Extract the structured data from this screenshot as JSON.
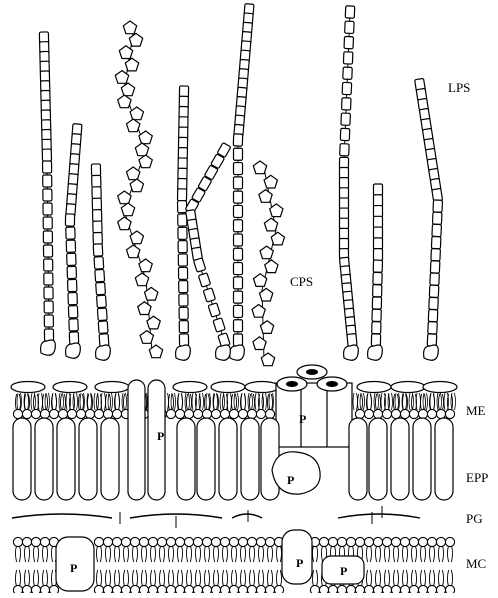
{
  "labels": {
    "lps": "LPS",
    "cps": "CPS",
    "me": "ME",
    "epp": "EPP",
    "pg": "PG",
    "mc": "MC",
    "protein": "P"
  },
  "colors": {
    "ink": "#000000",
    "paper": "#ffffff"
  }
}
